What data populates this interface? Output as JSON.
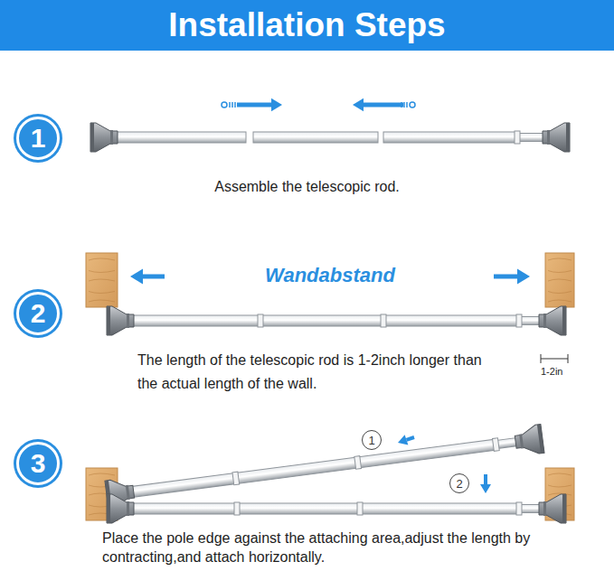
{
  "diagram": {
    "title": "Installation Steps",
    "nodes": [
      {
        "text": [
          "1"
        ]
      },
      {
        "text": [
          "2"
        ]
      },
      {
        "text": [
          "3"
        ]
      },
      {
        "text": [
          "1"
        ]
      },
      {
        "text": [
          "2"
        ]
      }
    ],
    "labels": [
      "Assemble the telescopic rod.",
      "Wandabstand",
      "The length of the telescopic rod is 1-2inch longer than the actual length of the wall.",
      "1-2in",
      "Place the pole edge against the attaching area,adjust the length by contracting,and attach horizontally."
    ]
  }
}
